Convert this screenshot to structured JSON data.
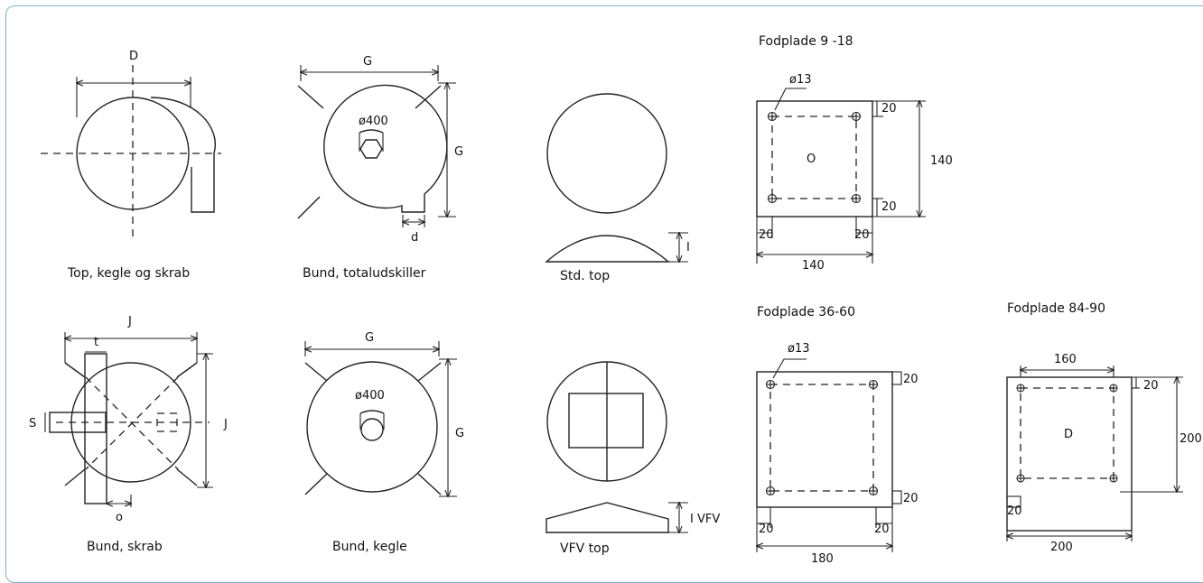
{
  "drawings": {
    "top_kegle_skrab": {
      "caption": "Top, kegle og skrab",
      "dim_D": "D"
    },
    "bund_totaludskiller": {
      "caption": "Bund, totaludskiller",
      "dim_G_top": "G",
      "dim_G_side": "G",
      "hole": "ø400",
      "dim_d": "d"
    },
    "std_top": {
      "caption": "Std. top",
      "dim_I": "I"
    },
    "fodplade_9_18": {
      "title": "Fodplade 9 -18",
      "hole": "ø13",
      "dim_20_top": "20",
      "dim_20_bottom": "20",
      "dim_140_side": "140",
      "dim_20_left": "20",
      "dim_20_right": "20",
      "dim_140_bottom": "140",
      "center": "O"
    },
    "bund_skrab": {
      "caption": "Bund, skrab",
      "dim_J_top": "J",
      "dim_J_side": "J",
      "dim_t": "t",
      "dim_s": "S",
      "dim_o": "o"
    },
    "bund_kegle": {
      "caption": "Bund, kegle",
      "dim_G_top": "G",
      "dim_G_side": "G",
      "hole": "ø400"
    },
    "vfv_top": {
      "caption": "VFV top",
      "dim_IVFV": "I VFV"
    },
    "fodplade_36_60": {
      "title": "Fodplade 36-60",
      "hole": "ø13",
      "dim_20_top": "20",
      "dim_20_bottom": "20",
      "dim_20_left": "20",
      "dim_20_right": "20",
      "dim_180": "180"
    },
    "fodplade_84_90": {
      "title": "Fodplade 84-90",
      "dim_160": "160",
      "dim_20_top": "20",
      "dim_200_side": "200",
      "dim_20_left": "20",
      "dim_200_bottom": "200",
      "center": "D"
    }
  }
}
